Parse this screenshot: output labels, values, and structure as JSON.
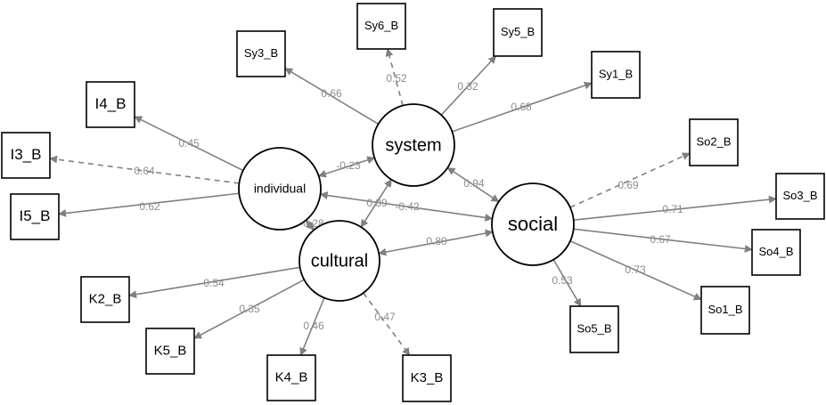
{
  "colors": {
    "edge": "#808080",
    "coef_text": "#8c8c8c",
    "stroke": "#000000",
    "fill": "#ffffff"
  },
  "latent": [
    {
      "id": "system",
      "label": "system"
    },
    {
      "id": "individual",
      "label": "individual"
    },
    {
      "id": "cultural",
      "label": "cultural"
    },
    {
      "id": "social",
      "label": "social"
    }
  ],
  "indicators": [
    {
      "id": "Sy3_B",
      "label": "Sy3_B"
    },
    {
      "id": "Sy6_B",
      "label": "Sy6_B"
    },
    {
      "id": "Sy5_B",
      "label": "Sy5_B"
    },
    {
      "id": "Sy1_B",
      "label": "Sy1_B"
    },
    {
      "id": "I4_B",
      "label": "I4_B"
    },
    {
      "id": "I3_B",
      "label": "I3_B"
    },
    {
      "id": "I5_B",
      "label": "I5_B"
    },
    {
      "id": "So2_B",
      "label": "So2_B"
    },
    {
      "id": "So3_B",
      "label": "So3_B"
    },
    {
      "id": "So4_B",
      "label": "So4_B"
    },
    {
      "id": "So1_B",
      "label": "So1_B"
    },
    {
      "id": "So5_B",
      "label": "So5_B"
    },
    {
      "id": "K2_B",
      "label": "K2_B"
    },
    {
      "id": "K5_B",
      "label": "K5_B"
    },
    {
      "id": "K4_B",
      "label": "K4_B"
    },
    {
      "id": "K3_B",
      "label": "K3_B"
    }
  ],
  "loadings": [
    {
      "from": "system",
      "to": "Sy3_B",
      "value": "0.66",
      "dashed": false
    },
    {
      "from": "system",
      "to": "Sy6_B",
      "value": "0.52",
      "dashed": true
    },
    {
      "from": "system",
      "to": "Sy5_B",
      "value": "0.32",
      "dashed": false
    },
    {
      "from": "system",
      "to": "Sy1_B",
      "value": "0.68",
      "dashed": false
    },
    {
      "from": "individual",
      "to": "I4_B",
      "value": "0.45",
      "dashed": false
    },
    {
      "from": "individual",
      "to": "I3_B",
      "value": "0.64",
      "dashed": true
    },
    {
      "from": "individual",
      "to": "I5_B",
      "value": "0.62",
      "dashed": false
    },
    {
      "from": "social",
      "to": "So2_B",
      "value": "0.69",
      "dashed": true
    },
    {
      "from": "social",
      "to": "So3_B",
      "value": "0.71",
      "dashed": false
    },
    {
      "from": "social",
      "to": "So4_B",
      "value": "0.67",
      "dashed": false
    },
    {
      "from": "social",
      "to": "So1_B",
      "value": "0.73",
      "dashed": false
    },
    {
      "from": "social",
      "to": "So5_B",
      "value": "0.53",
      "dashed": false
    },
    {
      "from": "cultural",
      "to": "K2_B",
      "value": "0.54",
      "dashed": false
    },
    {
      "from": "cultural",
      "to": "K5_B",
      "value": "0.35",
      "dashed": false
    },
    {
      "from": "cultural",
      "to": "K4_B",
      "value": "0.46",
      "dashed": false
    },
    {
      "from": "cultural",
      "to": "K3_B",
      "value": "0.47",
      "dashed": true
    }
  ],
  "covariances": [
    {
      "a": "system",
      "b": "individual",
      "value": "-0.23"
    },
    {
      "a": "system",
      "b": "social",
      "value": "0.94"
    },
    {
      "a": "system",
      "b": "cultural",
      "value": "0.89"
    },
    {
      "a": "individual",
      "b": "social",
      "value": "-0.42"
    },
    {
      "a": "individual",
      "b": "cultural",
      "value": "-0.28"
    },
    {
      "a": "cultural",
      "b": "social",
      "value": "0.80"
    }
  ]
}
